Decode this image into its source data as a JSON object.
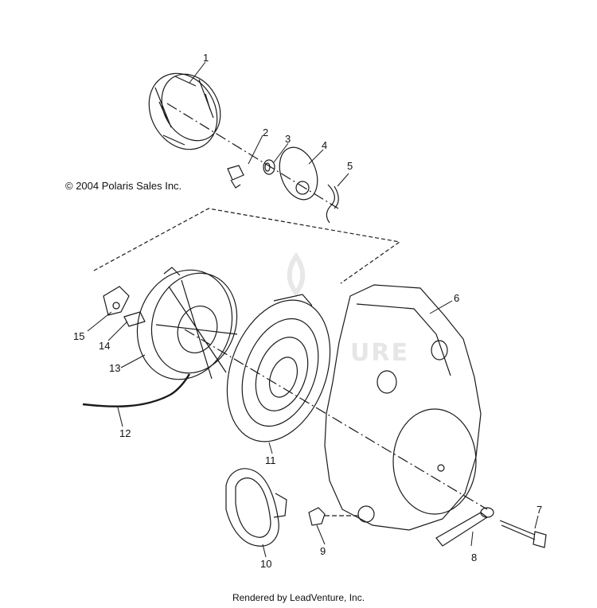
{
  "copyright": "© 2004 Polaris Sales Inc.",
  "footer": "Rendered by LeadVenture, Inc.",
  "callouts": {
    "p1": "1",
    "p2": "2",
    "p3": "3",
    "p4": "4",
    "p5": "5",
    "p6": "6",
    "p7": "7",
    "p8": "8",
    "p9": "9",
    "p10": "10",
    "p11": "11",
    "p12": "12",
    "p13": "13",
    "p14": "14",
    "p15": "15"
  },
  "colors": {
    "line": "#1a1a1a",
    "watermark": "#e6e6e6"
  }
}
